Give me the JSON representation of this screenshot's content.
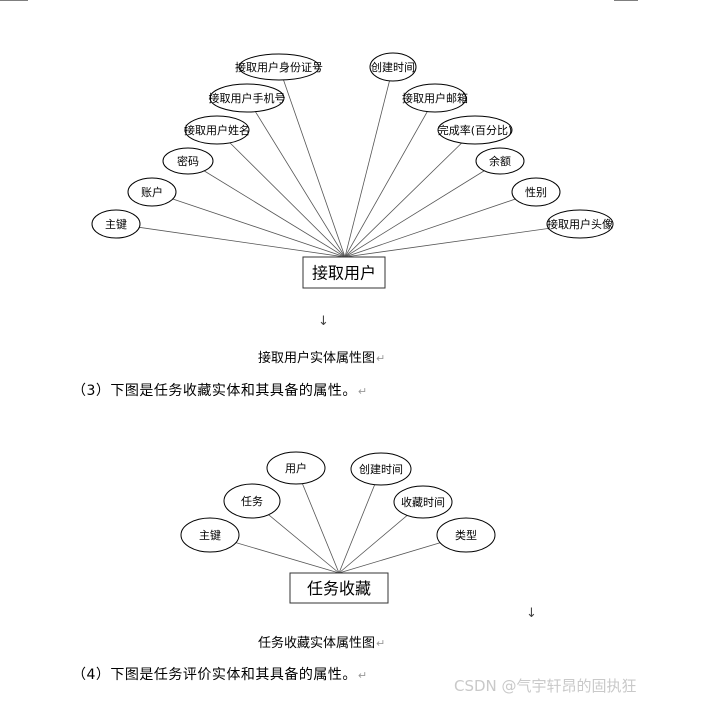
{
  "diagram1": {
    "entity": "接取用户",
    "attributes": [
      "主键",
      "账户",
      "密码",
      "接取用户姓名",
      "接取用户手机号",
      "接取用户身份证号",
      "创建时间",
      "接取用户邮箱",
      "完成率(百分比)",
      "余额",
      "性别",
      "接取用户头像"
    ]
  },
  "caption1": "接取用户实体属性图",
  "paragraph3": "（3）下图是任务收藏实体和其具备的属性。",
  "diagram2": {
    "entity": "任务收藏",
    "attributes": [
      "主键",
      "任务",
      "用户",
      "创建时间",
      "收藏时间",
      "类型"
    ]
  },
  "caption2": "任务收藏实体属性图",
  "paragraph4": "（4）下图是任务评价实体和其具备的属性。",
  "marks": {
    "return": "↵",
    "arrow": "↓"
  },
  "watermark": "CSDN @气宇轩昂的固执狂"
}
